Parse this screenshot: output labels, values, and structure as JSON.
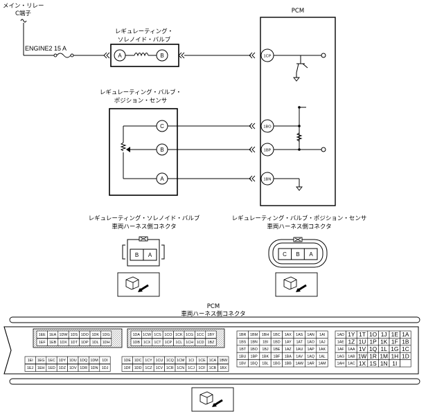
{
  "labels": {
    "main_relay": "メイン・リレー",
    "c_terminal": "C端子",
    "fuse": "ENGINE2 15 A",
    "pcm_title": "PCM",
    "solenoid_line1": "レギュレーティング・",
    "solenoid_line2": "ソレノイド・バルブ",
    "sensor_line1": "レギュレーティング・バルブ・",
    "sensor_line2": "ポジション・センサ",
    "conn1_line1": "レギュレーティング・ソレノイド・バルブ",
    "conn1_line2": "車両ハーネス側コネクタ",
    "conn2_line1": "レギュレーティング・バルブ・ポジション・センサ",
    "conn2_line2": "車両ハーネス側コネクタ",
    "pcm_conn_line1": "PCM",
    "pcm_conn_line2": "車両ハーネス側コネクタ"
  },
  "pins": {
    "sol_a": "A",
    "sol_b": "B",
    "sen_c": "C",
    "sen_b": "B",
    "sen_a": "A",
    "pcm_1cp": "1CP",
    "pcm_1bo": "1BO",
    "pcm_1bp": "1BP",
    "pcm_1bn": "1BN"
  },
  "connector1_cells": [
    "B",
    "A"
  ],
  "connector2_cells": [
    "C",
    "B",
    "A"
  ],
  "pcm_blocks": {
    "block1_row1": [
      "1EE",
      "1EA",
      "1DW",
      "1DS",
      "1DO",
      "1DK",
      "1DG"
    ],
    "block1_row2": [
      "1EF",
      "1EB",
      "1DX",
      "1DT",
      "1DP",
      "1DL",
      "1DH"
    ],
    "block1_row3": [
      "1EI",
      "1EG",
      "1EC",
      "1DY",
      "1DU",
      "1DQ",
      "1DM",
      "1DI"
    ],
    "block1_row4": [
      "1EJ",
      "1EH",
      "1ED",
      "1DZ",
      "1DV",
      "1DR",
      "1DN",
      "1DJ"
    ],
    "block2_row1": [
      "1DA",
      "1CW",
      "1CS",
      "1CO",
      "1CK",
      "1CG",
      "1CC",
      "1BY"
    ],
    "block2_row2": [
      "1DB",
      "1CX",
      "1CT",
      "1CP",
      "1CL",
      "1CH",
      "1CD",
      "1BZ"
    ],
    "block2_row3": [
      "1DE",
      "1DC",
      "1CY",
      "1CU",
      "1CQ",
      "1CM",
      "1CI",
      "1CE",
      "1CA",
      "1BW"
    ],
    "block2_row4": [
      "1DF",
      "1DD",
      "1CZ",
      "1CV",
      "1CR",
      "1CN",
      "1CJ",
      "1CF",
      "1CB",
      "1BX"
    ],
    "block3_row1": [
      "1BR",
      "1BM",
      "1BH",
      "1BC",
      "1AX",
      "1AS",
      "1AN",
      "1AI"
    ],
    "block3_row2": [
      "1BS",
      "1BN",
      "1BI",
      "1BD",
      "1AY",
      "1AT",
      "1AO",
      "1AJ"
    ],
    "block3_row3": [
      "1BT",
      "1BO",
      "1BJ",
      "1BE",
      "1AZ",
      "1AU",
      "1AP",
      "1AK"
    ],
    "block3_row4": [
      "1BU",
      "1BP",
      "1BK",
      "1BF",
      "1BA",
      "1AV",
      "1AQ",
      "1AL"
    ],
    "block3_row5": [
      "1BV",
      "1BQ",
      "1BL",
      "1BG",
      "1BB",
      "1AW",
      "1AR",
      "1AM"
    ],
    "block4_row1": [
      "1AD",
      "1Y",
      "1T",
      "1O",
      "1J",
      "1E",
      "1A"
    ],
    "block4_row2": [
      "1AE",
      "1Z",
      "1U",
      "1P",
      "1K",
      "1F",
      "1B"
    ],
    "block4_row3": [
      "1AF",
      "1AA",
      "1V",
      "1Q",
      "1L",
      "1G",
      "1C"
    ],
    "block4_row4": [
      "1AG",
      "1AB",
      "1W",
      "1R",
      "1M",
      "1H",
      "1D"
    ],
    "block4_row5": [
      "1AH",
      "1AC",
      "1X",
      "1S",
      "1N",
      "1I",
      ""
    ]
  }
}
